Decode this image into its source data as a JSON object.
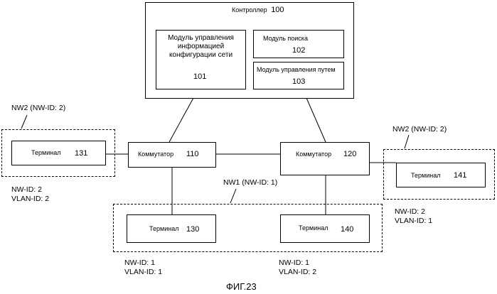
{
  "controller": {
    "title": "Контроллер",
    "ref": "100",
    "modules": [
      {
        "label": "Модуль управления информацией конфигурации сети",
        "ref": "101"
      },
      {
        "label": "Модуль поиска",
        "ref": "102"
      },
      {
        "label": "Модуль управления путем",
        "ref": "103"
      }
    ]
  },
  "switches": [
    {
      "label": "Коммутатор",
      "ref": "110"
    },
    {
      "label": "Коммутатор",
      "ref": "120"
    }
  ],
  "terminals": [
    {
      "label": "Терминал",
      "ref": "131"
    },
    {
      "label": "Терминал",
      "ref": "141"
    },
    {
      "label": "Терминал",
      "ref": "130"
    },
    {
      "label": "Терминал",
      "ref": "140"
    }
  ],
  "networks": {
    "nw2_left": "NW2 (NW-ID: 2)",
    "nw2_right": "NW2 (NW-ID: 2)",
    "nw1": "NW1 (NW-ID: 1)"
  },
  "ids": {
    "t131": {
      "nw": "NW-ID: 2",
      "vlan": "VLAN-ID: 2"
    },
    "t141": {
      "nw": "NW-ID: 2",
      "vlan": "VLAN-ID: 1"
    },
    "t130": {
      "nw": "NW-ID: 1",
      "vlan": "VLAN-ID: 1"
    },
    "t140": {
      "nw": "NW-ID: 1",
      "vlan": "VLAN-ID: 2"
    }
  },
  "figure_label": "ФИГ.23"
}
